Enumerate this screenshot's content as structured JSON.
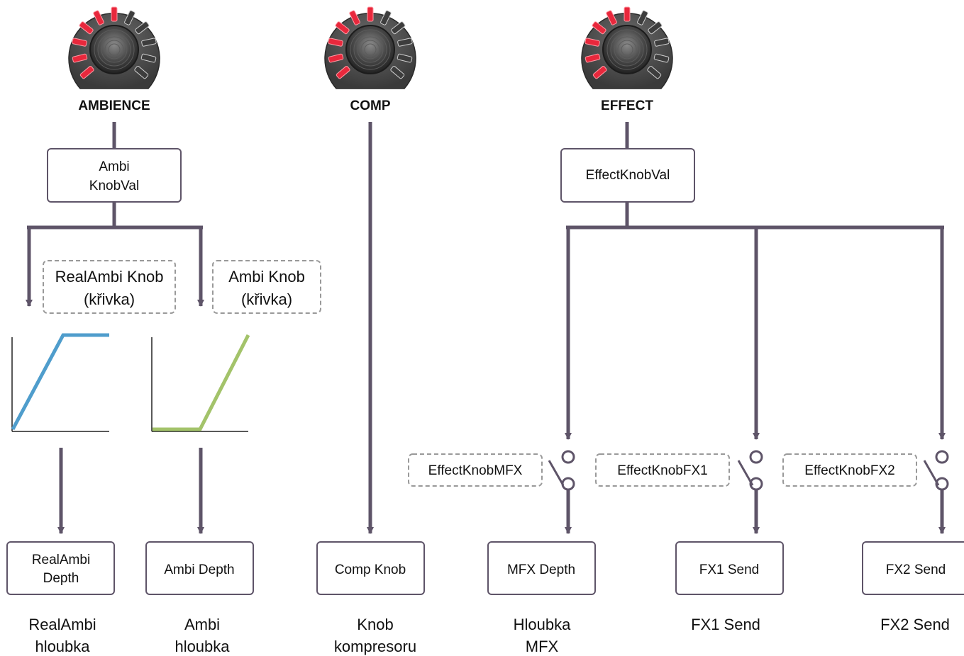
{
  "knobs": {
    "ambience": "AMBIENCE",
    "comp": "COMP",
    "effect": "EFFECT"
  },
  "boxes": {
    "ambi_knobval_line1": "Ambi",
    "ambi_knobval_line2": "KnobVal",
    "effect_knobval": "EffectKnobVal",
    "realambi_depth_line1": "RealAmbi",
    "realambi_depth_line2": "Depth",
    "ambi_depth": "Ambi Depth",
    "comp_knob": "Comp Knob",
    "mfx_depth": "MFX Depth",
    "fx1_send": "FX1 Send",
    "fx2_send": "FX2 Send"
  },
  "notes": {
    "realambi_knob_line1": "RealAmbi Knob",
    "realambi_knob_line2": "(křivka)",
    "ambi_knob_line1": "Ambi Knob",
    "ambi_knob_line2": "(křivka)",
    "effect_knob_mfx": "EffectKnobMFX",
    "effect_knob_fx1": "EffectKnobFX1",
    "effect_knob_fx2": "EffectKnobFX2"
  },
  "captions": {
    "realambi_line1": "RealAmbi",
    "realambi_line2": "hloubka",
    "ambi_line1": "Ambi",
    "ambi_line2": "hloubka",
    "comp_line1": "Knob",
    "comp_line2": "kompresoru",
    "mfx_line1": "Hloubka",
    "mfx_line2": "MFX",
    "fx1": "FX1 Send",
    "fx2": "FX2 Send"
  },
  "colors": {
    "line": "#5e5468",
    "realambi_curve": "#4f9dcc",
    "ambi_curve": "#a3c36a",
    "led_on": "#e8283c",
    "knob_body": "#474747"
  }
}
